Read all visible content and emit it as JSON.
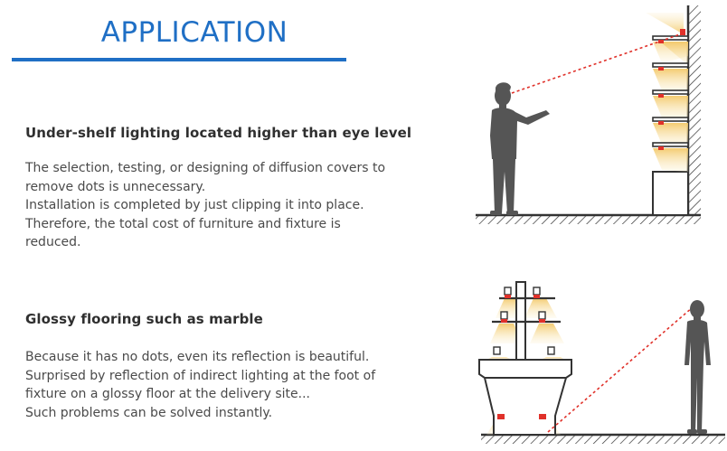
{
  "page": {
    "title": "APPLICATION"
  },
  "colors": {
    "title_blue": "#1f6fc5",
    "accent_red": "#e0312a",
    "glow_yellow": "#f6d98c",
    "ink": "#333333"
  },
  "sections": [
    {
      "heading": "Under-shelf lighting located higher than eye level",
      "lines": [
        "The selection, testing, or designing of diffusion covers to",
        "remove dots is unnecessary.",
        "Installation is completed by just clipping it into place.",
        "Therefore, the total cost of furniture and fixture is",
        "reduced."
      ],
      "illustration": "under-shelf-lighting-illustration"
    },
    {
      "heading": "Glossy flooring such as marble",
      "lines": [
        "Because it has no dots, even its reflection is beautiful.",
        "Surprised by reflection of indirect lighting at the foot of",
        "fixture on a glossy floor at  the delivery site...",
        "Such problems can be solved instantly."
      ],
      "illustration": "glossy-floor-display-illustration"
    }
  ]
}
